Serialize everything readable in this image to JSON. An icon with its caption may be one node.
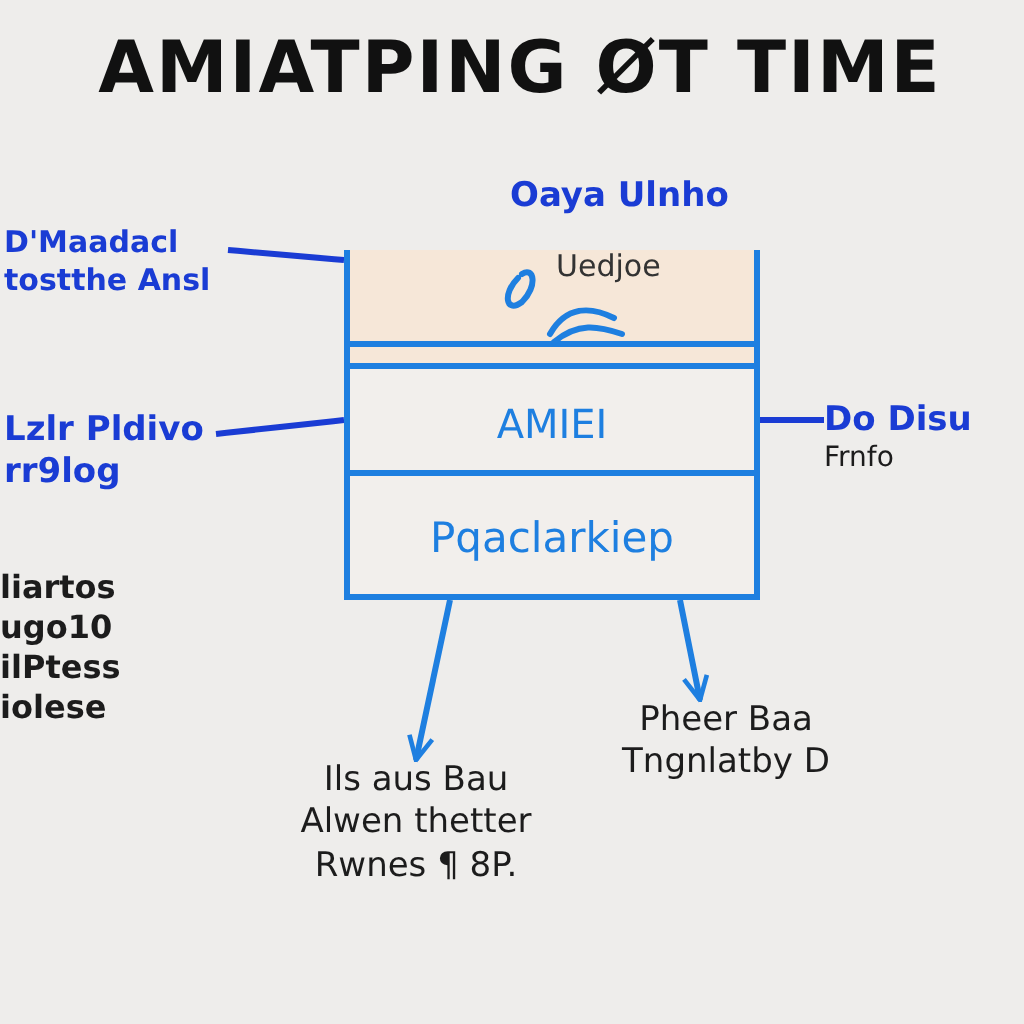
{
  "diagram": {
    "title": "AMIATPING ØT TIME",
    "nodes": [
      {
        "text": [],
        "shape": "box"
      },
      {
        "text": [
          "AMIEI"
        ],
        "in": 0
      },
      {
        "text": [
          "Pqaclarkiep"
        ],
        "in": 0
      },
      {
        "text": [
          "D'Maadacl tostthe Ansl"
        ]
      },
      {
        "text": [
          "Lzlr Pldivo rr9log"
        ]
      },
      {
        "text": [
          "Do Disu",
          "Frnfo"
        ]
      },
      {
        "text": [
          "Ils aus Bau Alwen thetter Rwnes ¶ 8P."
        ]
      },
      {
        "text": [
          "Pheer Baa Tngnlatby D"
        ]
      }
    ],
    "edges": [
      {
        "from": 3,
        "to": 0,
        "arrow": "none"
      },
      {
        "from": 4,
        "to": 0,
        "arrow": "none"
      },
      {
        "from": 5,
        "to": 0,
        "arrow": "none"
      },
      {
        "from": 0,
        "to": 6,
        "arrow": "to"
      },
      {
        "from": 0,
        "to": 7,
        "arrow": "to"
      }
    ],
    "labels": [
      "Oaya Ulnho",
      "Uedjoe",
      "liartos ugo10 ilPtess iolese"
    ]
  }
}
